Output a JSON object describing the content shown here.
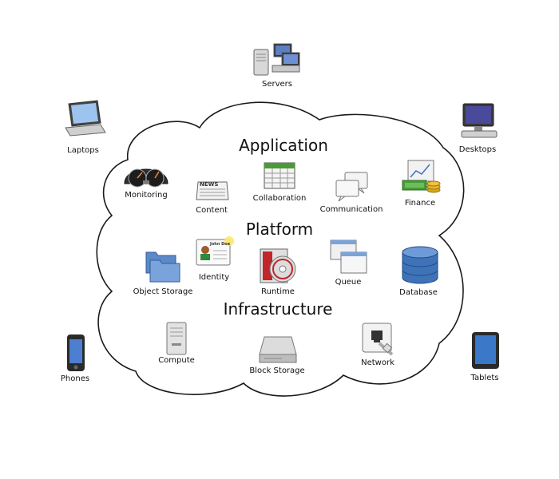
{
  "sections": {
    "application": "Application",
    "platform": "Platform",
    "infrastructure": "Infrastructure"
  },
  "devices": {
    "servers": "Servers",
    "laptops": "Laptops",
    "desktops": "Desktops",
    "phones": "Phones",
    "tablets": "Tablets"
  },
  "application": {
    "monitoring": "Monitoring",
    "content": "Content",
    "collaboration": "Collaboration",
    "communication": "Communication",
    "finance": "Finance"
  },
  "platform": {
    "object_storage": "Object Storage",
    "identity": "Identity",
    "runtime": "Runtime",
    "queue": "Queue",
    "database": "Database"
  },
  "infrastructure": {
    "compute": "Compute",
    "block_storage": "Block Storage",
    "network": "Network"
  },
  "icon_text": {
    "news": "NEWS",
    "john_doe": "John Doe"
  },
  "colors": {
    "cloud_stroke": "#1a1a1a",
    "accent_blue": "#3f73b8",
    "money_green": "#4a9a3a",
    "gold": "#d9a81c",
    "runtime_red": "#c0262b"
  }
}
